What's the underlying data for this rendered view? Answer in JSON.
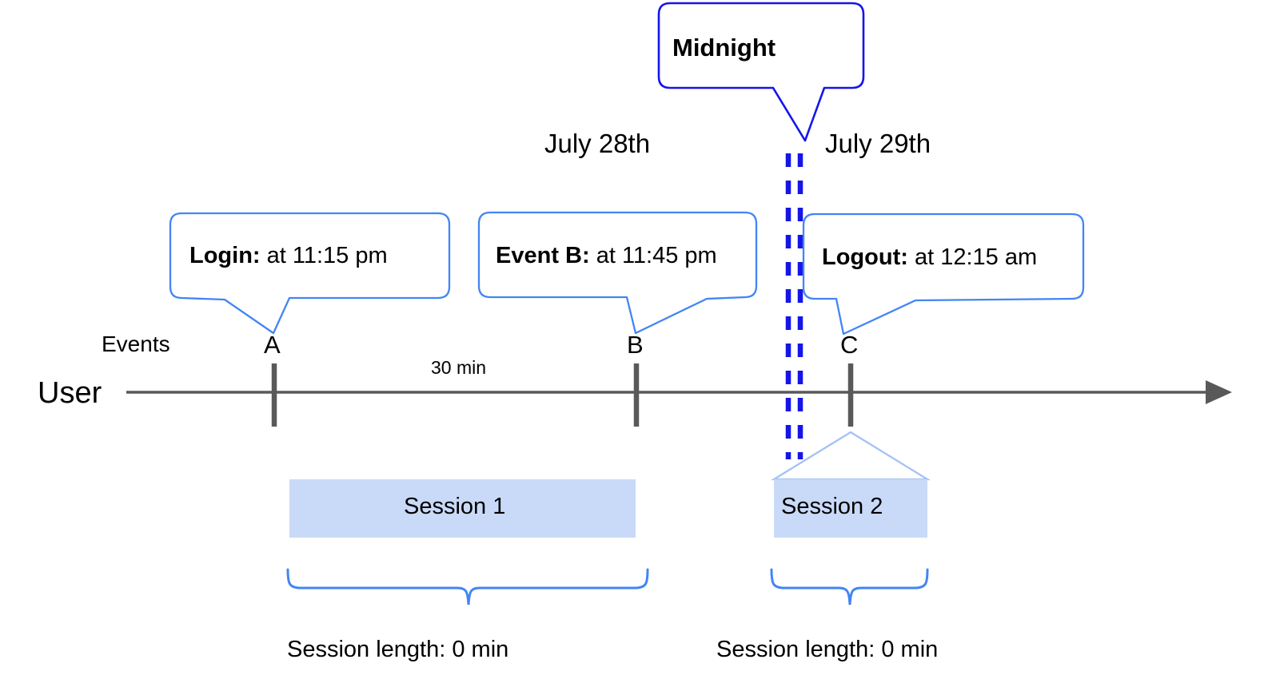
{
  "diagram": {
    "title_callout": {
      "label": "Midnight"
    },
    "dates": {
      "left": "July 28th",
      "right": "July 29th"
    },
    "axis": {
      "row_label": "User",
      "events_label": "Events"
    },
    "events": [
      {
        "letter": "A",
        "callout_bold": "Login:",
        "callout_rest": " at 11:15 pm"
      },
      {
        "letter": "B",
        "callout_bold": "Event B:",
        "callout_rest": " at 11:45 pm"
      },
      {
        "letter": "C",
        "callout_bold": "Logout:",
        "callout_rest": " at 12:15 am"
      }
    ],
    "gap_label": "30 min",
    "sessions": [
      {
        "label": "Session 1",
        "length_label": "Session length: 0 min"
      },
      {
        "label": "Session 2",
        "length_label": "Session length: 0 min"
      }
    ],
    "colors": {
      "callout_border": "#4285F4",
      "midnight_border": "#1515E8",
      "midnight_dash": "#1515E8",
      "session_fill": "#C9DAF8",
      "session_roof": "#A4C2F4",
      "axis": "#595959",
      "brace": "#4285F4"
    }
  }
}
